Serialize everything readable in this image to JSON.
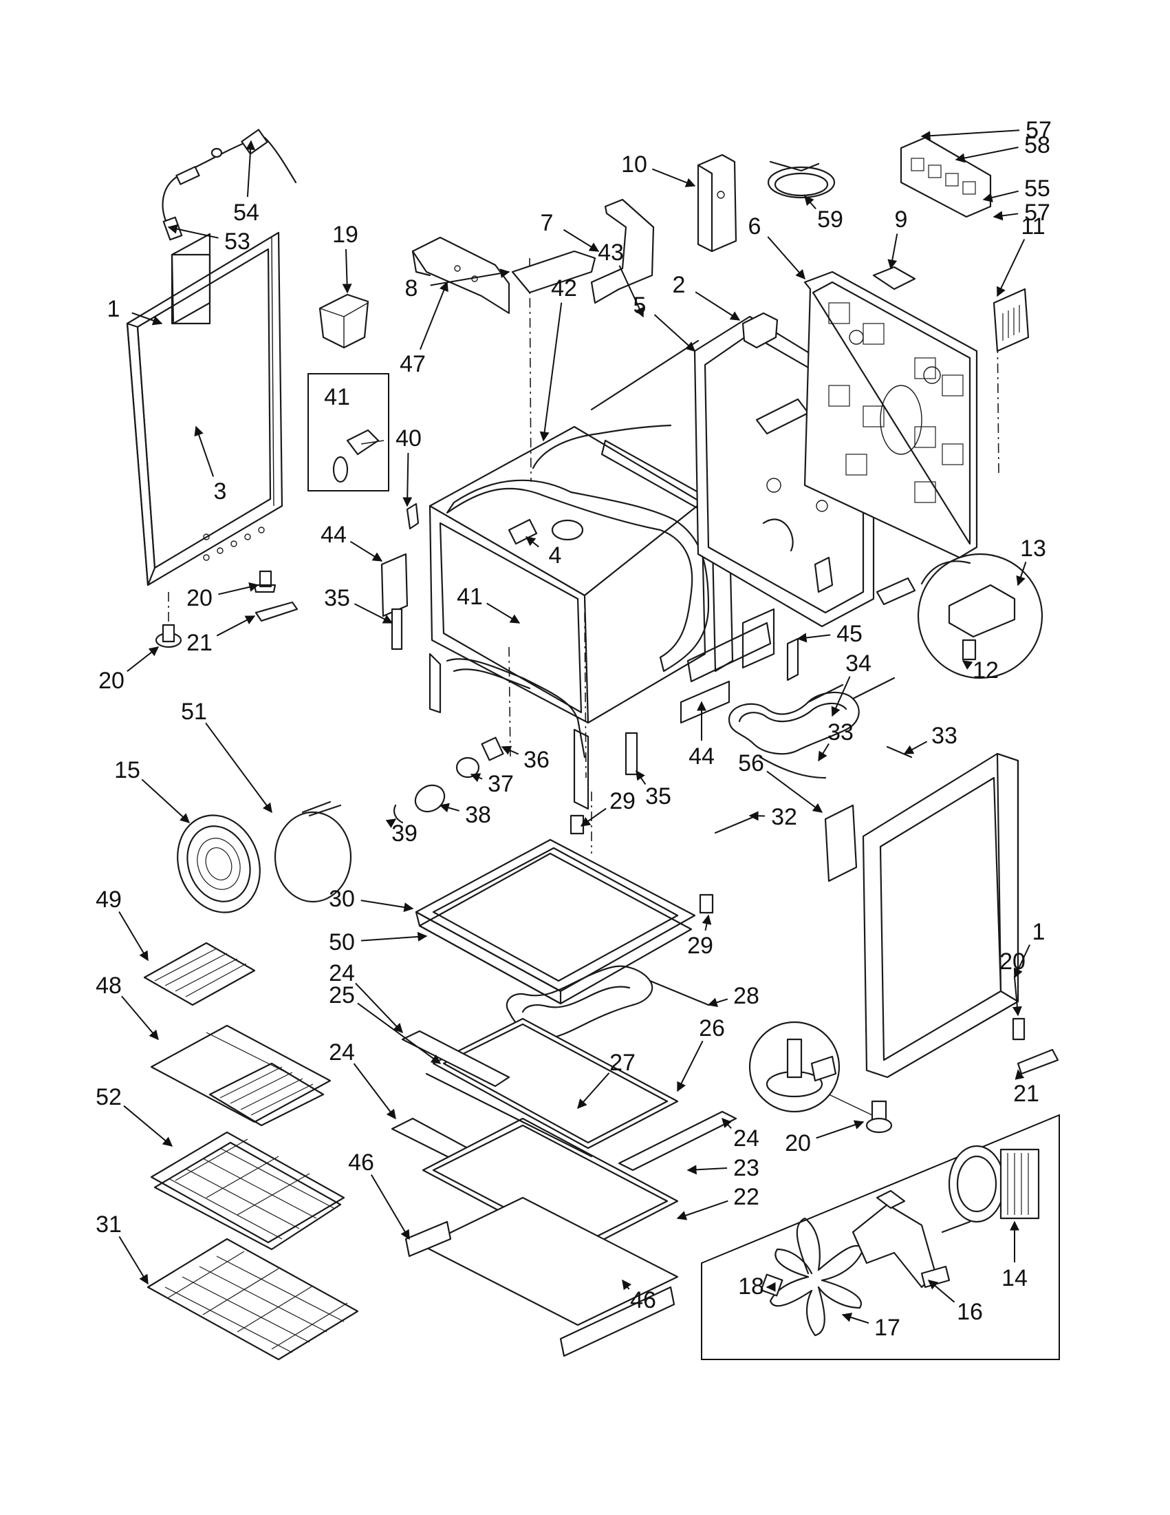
{
  "diagram": {
    "callouts": [
      {
        "label": "1"
      },
      {
        "label": "53"
      },
      {
        "label": "54"
      },
      {
        "label": "3"
      },
      {
        "label": "19"
      },
      {
        "label": "47"
      },
      {
        "label": "41"
      },
      {
        "label": "40"
      },
      {
        "label": "44"
      },
      {
        "label": "35"
      },
      {
        "label": "20"
      },
      {
        "label": "21"
      },
      {
        "label": "20"
      },
      {
        "label": "10"
      },
      {
        "label": "7"
      },
      {
        "label": "8"
      },
      {
        "label": "42"
      },
      {
        "label": "43"
      },
      {
        "label": "2"
      },
      {
        "label": "5"
      },
      {
        "label": "4"
      },
      {
        "label": "41"
      },
      {
        "label": "59"
      },
      {
        "label": "57"
      },
      {
        "label": "58"
      },
      {
        "label": "55"
      },
      {
        "label": "57"
      },
      {
        "label": "9"
      },
      {
        "label": "6"
      },
      {
        "label": "11"
      },
      {
        "label": "13"
      },
      {
        "label": "12"
      },
      {
        "label": "45"
      },
      {
        "label": "34"
      },
      {
        "label": "44"
      },
      {
        "label": "33"
      },
      {
        "label": "33"
      },
      {
        "label": "56"
      },
      {
        "label": "32"
      },
      {
        "label": "51"
      },
      {
        "label": "15"
      },
      {
        "label": "36"
      },
      {
        "label": "37"
      },
      {
        "label": "38"
      },
      {
        "label": "39"
      },
      {
        "label": "29"
      },
      {
        "label": "35"
      },
      {
        "label": "30"
      },
      {
        "label": "50"
      },
      {
        "label": "29"
      },
      {
        "label": "49"
      },
      {
        "label": "48"
      },
      {
        "label": "24"
      },
      {
        "label": "25"
      },
      {
        "label": "28"
      },
      {
        "label": "26"
      },
      {
        "label": "27"
      },
      {
        "label": "24"
      },
      {
        "label": "52"
      },
      {
        "label": "24"
      },
      {
        "label": "23"
      },
      {
        "label": "46"
      },
      {
        "label": "22"
      },
      {
        "label": "31"
      },
      {
        "label": "46"
      },
      {
        "label": "1"
      },
      {
        "label": "20"
      },
      {
        "label": "21"
      },
      {
        "label": "20"
      },
      {
        "label": "18"
      },
      {
        "label": "17"
      },
      {
        "label": "16"
      },
      {
        "label": "14"
      }
    ]
  }
}
